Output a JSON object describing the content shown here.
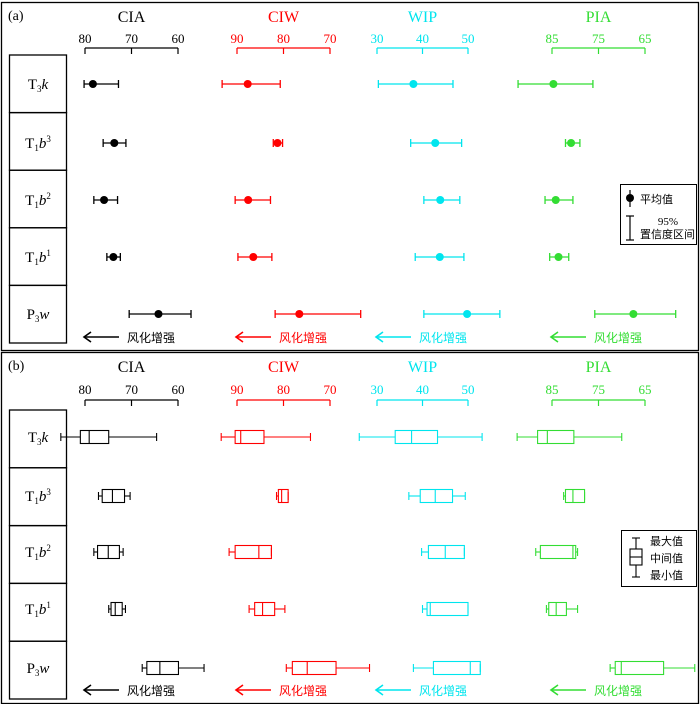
{
  "colors": {
    "CIA": "#000000",
    "CIW": "#ff0000",
    "WIP": "#00e5ee",
    "PIA": "#33dd33"
  },
  "arrow_label": "风化增强",
  "units": [
    {
      "base": "T",
      "sub": "3",
      "suffix": "k",
      "sup": ""
    },
    {
      "base": "T",
      "sub": "1",
      "suffix": "b",
      "sup": "3"
    },
    {
      "base": "T",
      "sub": "1",
      "suffix": "b",
      "sup": "2"
    },
    {
      "base": "T",
      "sub": "1",
      "suffix": "b",
      "sup": "1"
    },
    {
      "base": "P",
      "sub": "3",
      "suffix": "w",
      "sup": ""
    }
  ],
  "indices": [
    {
      "name": "CIA",
      "ticks": [
        "80",
        "70",
        "60"
      ]
    },
    {
      "name": "CIW",
      "ticks": [
        "90",
        "80",
        "70"
      ]
    },
    {
      "name": "WIP",
      "ticks": [
        "30",
        "40",
        "50"
      ]
    },
    {
      "name": "PIA",
      "ticks": [
        "85",
        "75",
        "65"
      ]
    }
  ],
  "chart_data": [
    {
      "type": "errorbar",
      "panel_label": "(a)",
      "legend": {
        "mean": "平均值",
        "ci_pct": "95%",
        "ci_text": "置信度区间"
      },
      "series": [
        {
          "name": "CIA",
          "axis": {
            "reversed": true,
            "ticks": [
              80,
              70,
              60
            ]
          },
          "points": [
            {
              "mean": 78.3,
              "low": 80.2,
              "high": 72.8
            },
            {
              "mean": 73.7,
              "low": 76.1,
              "high": 71.2
            },
            {
              "mean": 75.9,
              "low": 78.1,
              "high": 73.0
            },
            {
              "mean": 73.9,
              "low": 75.3,
              "high": 72.4
            },
            {
              "mean": 64.2,
              "low": 70.5,
              "high": 57.2
            }
          ]
        },
        {
          "name": "CIW",
          "axis": {
            "reversed": true,
            "ticks": [
              90,
              80,
              70
            ]
          },
          "points": [
            {
              "mean": 87.7,
              "low": 93.2,
              "high": 80.7
            },
            {
              "mean": 81.3,
              "low": 82.2,
              "high": 80.2
            },
            {
              "mean": 87.6,
              "low": 90.4,
              "high": 82.8
            },
            {
              "mean": 86.5,
              "low": 89.8,
              "high": 82.5
            },
            {
              "mean": 76.6,
              "low": 81.8,
              "high": 63.4
            }
          ]
        },
        {
          "name": "WIP",
          "axis": {
            "reversed": false,
            "ticks": [
              30,
              40,
              50
            ]
          },
          "points": [
            {
              "mean": 38.0,
              "low": 30.3,
              "high": 46.7
            },
            {
              "mean": 42.8,
              "low": 37.4,
              "high": 48.6
            },
            {
              "mean": 43.9,
              "low": 40.3,
              "high": 48.2
            },
            {
              "mean": 43.8,
              "low": 38.4,
              "high": 49.1
            },
            {
              "mean": 49.8,
              "low": 40.3,
              "high": 57.0
            }
          ]
        },
        {
          "name": "PIA",
          "axis": {
            "reversed": true,
            "ticks": [
              85,
              75,
              65
            ]
          },
          "points": [
            {
              "mean": 84.7,
              "low": 92.3,
              "high": 76.2
            },
            {
              "mean": 80.9,
              "low": 82.1,
              "high": 79.0
            },
            {
              "mean": 84.2,
              "low": 86.5,
              "high": 80.5
            },
            {
              "mean": 83.6,
              "low": 85.5,
              "high": 81.4
            },
            {
              "mean": 67.5,
              "low": 75.8,
              "high": 58.4
            }
          ]
        }
      ]
    },
    {
      "type": "box",
      "panel_label": "(b)",
      "legend": {
        "max": "最大值",
        "median": "中间值",
        "min": "最小值"
      },
      "series": [
        {
          "name": "CIA",
          "axis": {
            "reversed": true,
            "ticks": [
              80,
              70,
              60
            ]
          },
          "boxes": [
            {
              "min": 85.2,
              "q1": 81.0,
              "median": 79.1,
              "q3": 74.9,
              "max": 64.6
            },
            {
              "min": 77.1,
              "q1": 76.3,
              "median": 74.1,
              "q3": 71.5,
              "max": 70.3
            },
            {
              "min": 78.1,
              "q1": 77.3,
              "median": 75.0,
              "q3": 72.6,
              "max": 71.8
            },
            {
              "min": 74.9,
              "q1": 74.4,
              "median": 73.5,
              "q3": 72.0,
              "max": 71.3
            },
            {
              "min": 67.7,
              "q1": 66.7,
              "median": 63.9,
              "q3": 59.9,
              "max": 54.4
            }
          ]
        },
        {
          "name": "CIW",
          "axis": {
            "reversed": true,
            "ticks": [
              90,
              80,
              70
            ]
          },
          "boxes": [
            {
              "min": 93.4,
              "q1": 90.4,
              "median": 89.2,
              "q3": 84.2,
              "max": 74.2
            },
            {
              "min": 81.5,
              "q1": 81.1,
              "median": 80.4,
              "q3": 79.0,
              "max": 79.0
            },
            {
              "min": 91.7,
              "q1": 90.4,
              "median": 85.3,
              "q3": 82.6,
              "max": 82.6
            },
            {
              "min": 87.4,
              "q1": 86.2,
              "median": 84.5,
              "q3": 81.9,
              "max": 79.7
            },
            {
              "min": 79.4,
              "q1": 78.1,
              "median": 74.9,
              "q3": 68.7,
              "max": 61.5
            }
          ]
        },
        {
          "name": "WIP",
          "axis": {
            "reversed": false,
            "ticks": [
              30,
              40,
              50
            ]
          },
          "boxes": [
            {
              "min": 26.1,
              "q1": 34.0,
              "median": 37.6,
              "q3": 43.3,
              "max": 53.1
            },
            {
              "min": 37.0,
              "q1": 39.5,
              "median": 42.8,
              "q3": 46.6,
              "max": 49.4
            },
            {
              "min": 39.8,
              "q1": 41.3,
              "median": 45.0,
              "q3": 49.2,
              "max": 49.2
            },
            {
              "min": 40.0,
              "q1": 41.0,
              "median": 41.7,
              "q3": 50.0,
              "max": 50.0
            },
            {
              "min": 38.0,
              "q1": 42.4,
              "median": 50.5,
              "q3": 52.7,
              "max": 52.7
            }
          ]
        },
        {
          "name": "PIA",
          "axis": {
            "reversed": true,
            "ticks": [
              85,
              75,
              65
            ]
          },
          "boxes": [
            {
              "min": 92.5,
              "q1": 88.1,
              "median": 86.0,
              "q3": 80.3,
              "max": 70.0
            },
            {
              "min": 82.5,
              "q1": 82.1,
              "median": 80.5,
              "q3": 78.0,
              "max": 78.0
            },
            {
              "min": 88.5,
              "q1": 87.5,
              "median": 80.5,
              "q3": 79.9,
              "max": 79.5
            },
            {
              "min": 86.2,
              "q1": 85.7,
              "median": 84.1,
              "q3": 81.9,
              "max": 79.5
            },
            {
              "min": 72.5,
              "q1": 71.4,
              "median": 70.1,
              "q3": 61.0,
              "max": 54.3
            }
          ]
        }
      ]
    }
  ]
}
